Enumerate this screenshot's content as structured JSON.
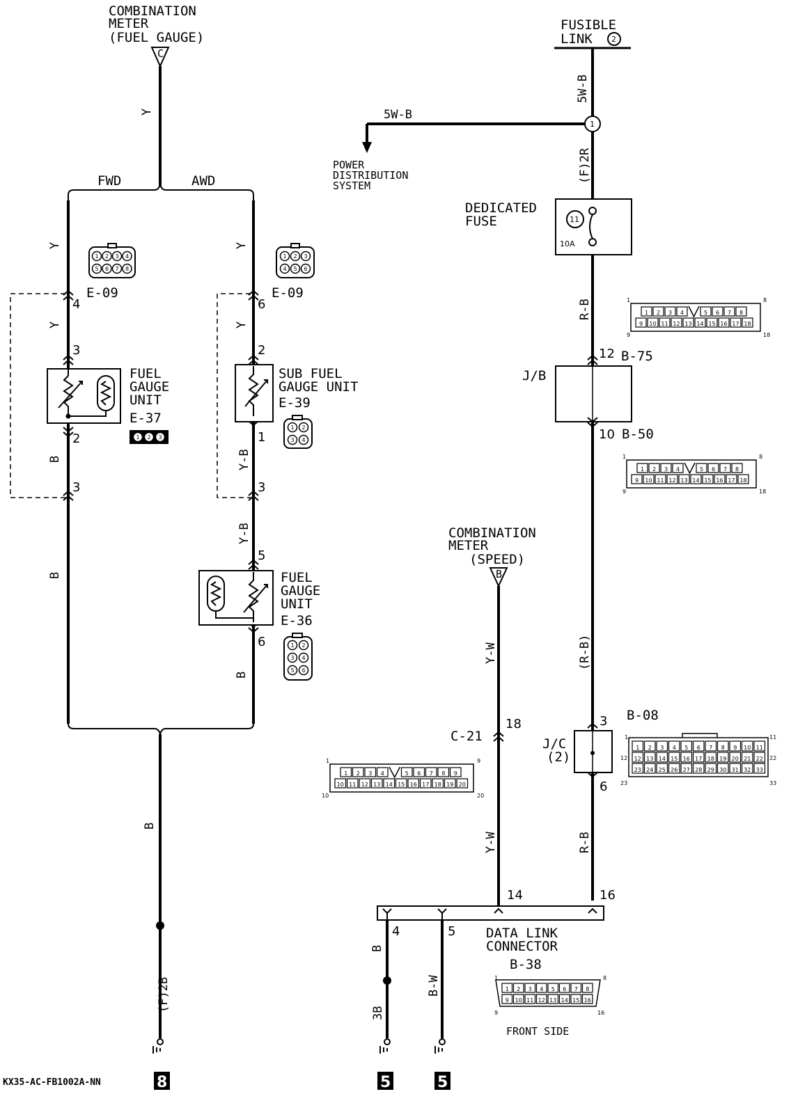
{
  "labels": {
    "combo_fuel": [
      "COMBINATION",
      "METER",
      "(FUEL GAUGE)"
    ],
    "combo_fuel_terminal": "C",
    "fusible_link": [
      "FUSIBLE",
      "LINK"
    ],
    "fusible_link_num": "2",
    "fwd": "FWD",
    "awd": "AWD",
    "power_dist": [
      "POWER",
      "DISTRIBUTION",
      "SYSTEM"
    ],
    "dedicated_fuse": [
      "DEDICATED",
      "FUSE"
    ],
    "fuse_num": "11",
    "fuse_amp": "10A",
    "junction_1": "1",
    "jb": "J/B",
    "fuel_gauge_unit_fwd": [
      "FUEL",
      "GAUGE",
      "UNIT"
    ],
    "sub_fuel_gauge_unit": [
      "SUB FUEL",
      "GAUGE UNIT"
    ],
    "fuel_gauge_unit_awd": [
      "FUEL",
      "GAUGE",
      "UNIT"
    ],
    "combo_speed": [
      "COMBINATION",
      "METER",
      "(SPEED)"
    ],
    "combo_speed_terminal": "B",
    "jc": [
      "J/C",
      "(2)"
    ],
    "dlc": [
      "DATA LINK",
      "CONNECTOR"
    ],
    "front_side": "FRONT SIDE",
    "footer_code": "KX35-AC-FB1002A-NN",
    "ground_8": "8",
    "ground_5a": "5",
    "ground_5b": "5"
  },
  "connectors": {
    "e09_fwd": "E-09",
    "e09_awd": "E-09",
    "e37": "E-37",
    "e39": "E-39",
    "e36": "E-36",
    "b75": "B-75",
    "b50": "B-50",
    "c21": "C-21",
    "b08": "B-08",
    "b38": "B-38"
  },
  "wires": {
    "y_top": "Y",
    "y_fwd_1": "Y",
    "y_fwd_2": "Y",
    "b_fwd_1": "B",
    "b_fwd_2": "B",
    "y_awd_1": "Y",
    "y_awd_2": "Y",
    "yb_awd_1": "Y-B",
    "yb_awd_2": "Y-B",
    "b_awd": "B",
    "b_bottom": "B",
    "f2b": "(F)2B",
    "w5b_vert": "5W-B",
    "w5b_horiz": "5W-B",
    "f2r": "(F)2R",
    "rb_1": "R-B",
    "rb_paren": "(R-B)",
    "rb_2": "R-B",
    "yw_1": "Y-W",
    "yw_2": "Y-W",
    "b_dlc": "B",
    "bw_dlc": "B-W",
    "b3": "3B"
  },
  "pins": {
    "fwd_4": "4",
    "fwd_3a": "3",
    "fwd_2": "2",
    "fwd_3b": "3",
    "awd_6a": "6",
    "awd_2": "2",
    "awd_1": "1",
    "awd_3": "3",
    "awd_5": "5",
    "awd_6b": "6",
    "b75_12": "12",
    "b50_10": "10",
    "b08_3": "3",
    "b08_6": "6",
    "c21_18": "18",
    "dlc_14": "14",
    "dlc_16": "16",
    "dlc_4": "4",
    "dlc_5": "5"
  },
  "connector_faces": {
    "e09_fwd_top": [
      "1",
      "2",
      "3",
      "4"
    ],
    "e09_fwd_bot": [
      "5",
      "6",
      "7",
      "8"
    ],
    "e09_awd_top": [
      "1",
      "2",
      "3"
    ],
    "e09_awd_bot": [
      "4",
      "5",
      "6"
    ],
    "e37": [
      "1",
      "2",
      "3"
    ],
    "e39": [
      "1",
      "2",
      "3",
      "4"
    ],
    "e36": [
      "1",
      "2",
      "3",
      "4",
      "5",
      "6"
    ],
    "b18_top": [
      "1",
      "2",
      "3",
      "4",
      "",
      "5",
      "6",
      "7",
      "8"
    ],
    "b18_bot": [
      "9",
      "10",
      "11",
      "12",
      "13",
      "14",
      "15",
      "16",
      "17",
      "18"
    ],
    "b18_corner": [
      "1",
      "8",
      "9",
      "18"
    ],
    "c21_top": [
      "1",
      "2",
      "3",
      "4",
      "",
      "5",
      "6",
      "7",
      "8",
      "9"
    ],
    "c21_bot": [
      "10",
      "11",
      "12",
      "13",
      "14",
      "15",
      "16",
      "17",
      "18",
      "19",
      "20"
    ],
    "c21_corner": [
      "1",
      "9",
      "10",
      "20"
    ],
    "b08_r1": [
      "1",
      "2",
      "3",
      "4",
      "5",
      "6",
      "7",
      "8",
      "9",
      "10",
      "11"
    ],
    "b08_r2": [
      "12",
      "13",
      "14",
      "15",
      "16",
      "17",
      "18",
      "19",
      "20",
      "21",
      "22"
    ],
    "b08_r3": [
      "23",
      "24",
      "25",
      "26",
      "27",
      "28",
      "29",
      "30",
      "31",
      "32",
      "33"
    ],
    "b08_corner": [
      "1",
      "11",
      "12",
      "22",
      "23",
      "33"
    ],
    "b38_top": [
      "1",
      "2",
      "3",
      "4",
      "5",
      "6",
      "7",
      "8"
    ],
    "b38_bot": [
      "9",
      "10",
      "11",
      "12",
      "13",
      "14",
      "15",
      "16"
    ],
    "b38_corner": [
      "1",
      "8",
      "9",
      "16"
    ]
  }
}
